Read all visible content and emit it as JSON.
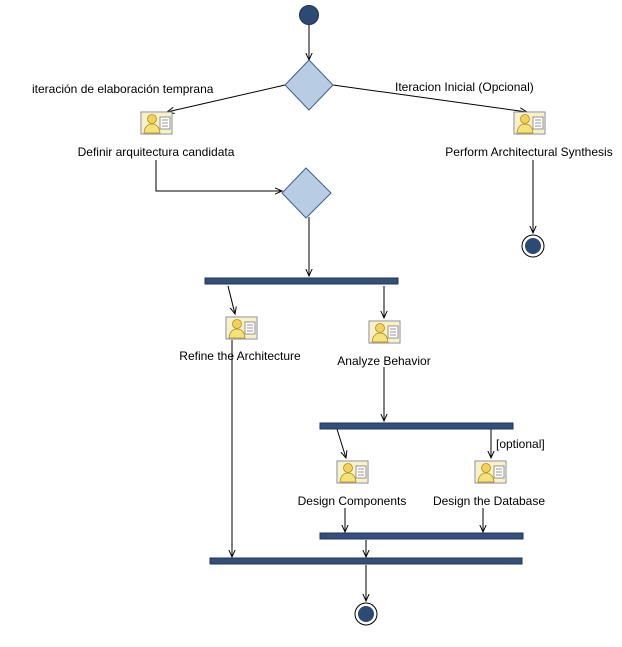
{
  "diagram": {
    "guards": {
      "early_elaboration": "iteración de elaboración temprana",
      "initial_iteration": "Iteracion Inicial (Opcional)",
      "optional": "[optional]"
    },
    "activities": {
      "define_candidate_architecture": "Definir arquitectura candidata",
      "perform_architectural_synthesis": "Perform Architectural Synthesis",
      "refine_architecture": "Refine the Architecture",
      "analyze_behavior": "Analyze Behavior",
      "design_components": "Design Components",
      "design_database": "Design the Database"
    },
    "icon": "activity-role-icon",
    "colors": {
      "bar": "#34507a",
      "diamond_fill": "#b8cce4",
      "node_fill": "#2d4a74",
      "icon_fill": "#f4e27a"
    }
  }
}
